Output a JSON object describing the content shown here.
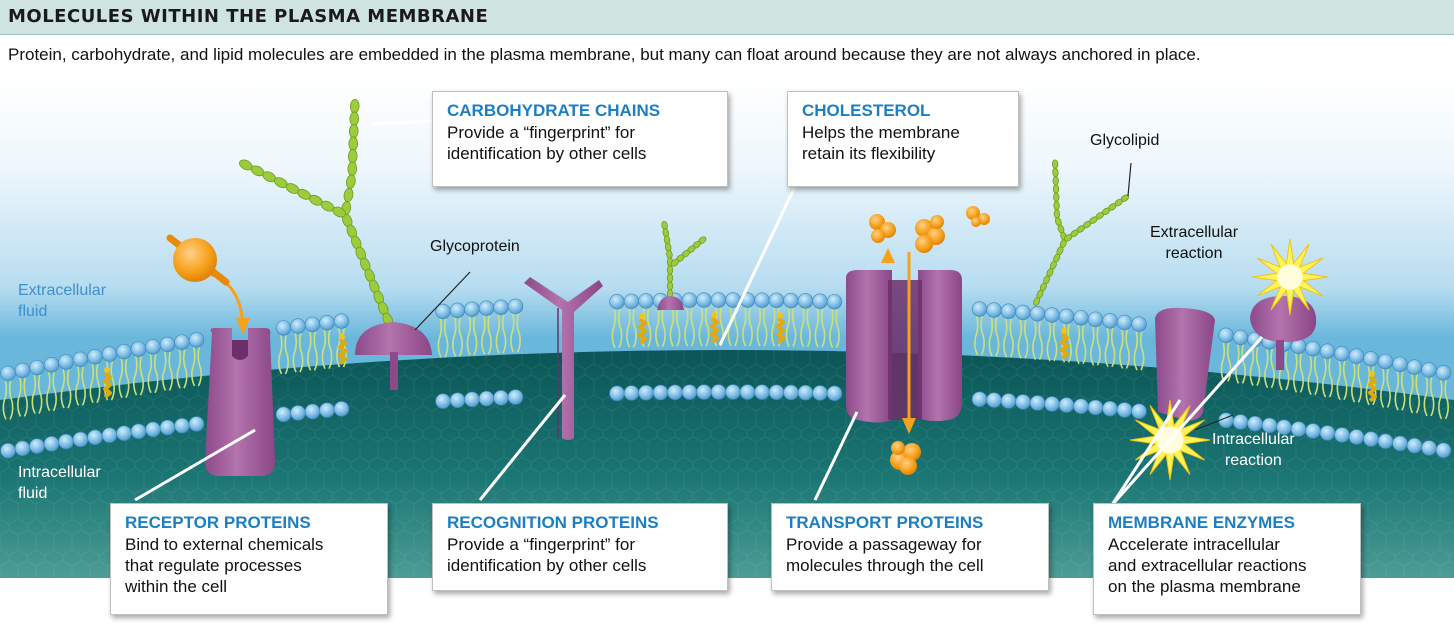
{
  "title": "MOLECULES WITHIN THE PLASMA MEMBRANE",
  "subtitle": "Protein, carbohydrate, and lipid molecules are embedded in the plasma membrane, but many can float around because they are not always anchored in place.",
  "boxes": {
    "carbohydrate": {
      "title": "CARBOHYDRATE CHAINS",
      "desc": [
        "Provide a “fingerprint” for",
        "identification by other cells"
      ]
    },
    "cholesterol": {
      "title": "CHOLESTEROL",
      "desc": [
        "Helps the membrane",
        "retain its flexibility"
      ]
    },
    "receptor": {
      "title": "RECEPTOR PROTEINS",
      "desc": [
        "Bind to external chemicals",
        "that regulate processes",
        "within the cell"
      ]
    },
    "recognition": {
      "title": "RECOGNITION PROTEINS",
      "desc": [
        "Provide a “fingerprint” for",
        "identification by other cells"
      ]
    },
    "transport": {
      "title": "TRANSPORT PROTEINS",
      "desc": [
        "Provide a passageway for",
        "molecules through the cell"
      ]
    },
    "enzymes": {
      "title": "MEMBRANE ENZYMES",
      "desc": [
        "Accelerate intracellular",
        "and extracellular reactions",
        "on the plasma membrane"
      ]
    }
  },
  "labels": {
    "extracellular_fluid": [
      "Extracellular",
      "fluid"
    ],
    "intracellular_fluid": [
      "Intracellular",
      "fluid"
    ],
    "glycoprotein": "Glycoprotein",
    "glycolipid": "Glycolipid",
    "extracellular_reaction": [
      "Extracellular",
      "reaction"
    ],
    "intracellular_reaction": [
      "Intracellular",
      "reaction"
    ]
  },
  "colors": {
    "protein": "#a35d9e",
    "carbohydrate": "#9ccc3c",
    "phospholipid_head": "#7cbde6",
    "cholesterol": "#f2c417",
    "molecule": "#f7a11a",
    "title_blue": "#1c7fc4",
    "fluid_label_blue": "#3d8fcf"
  }
}
